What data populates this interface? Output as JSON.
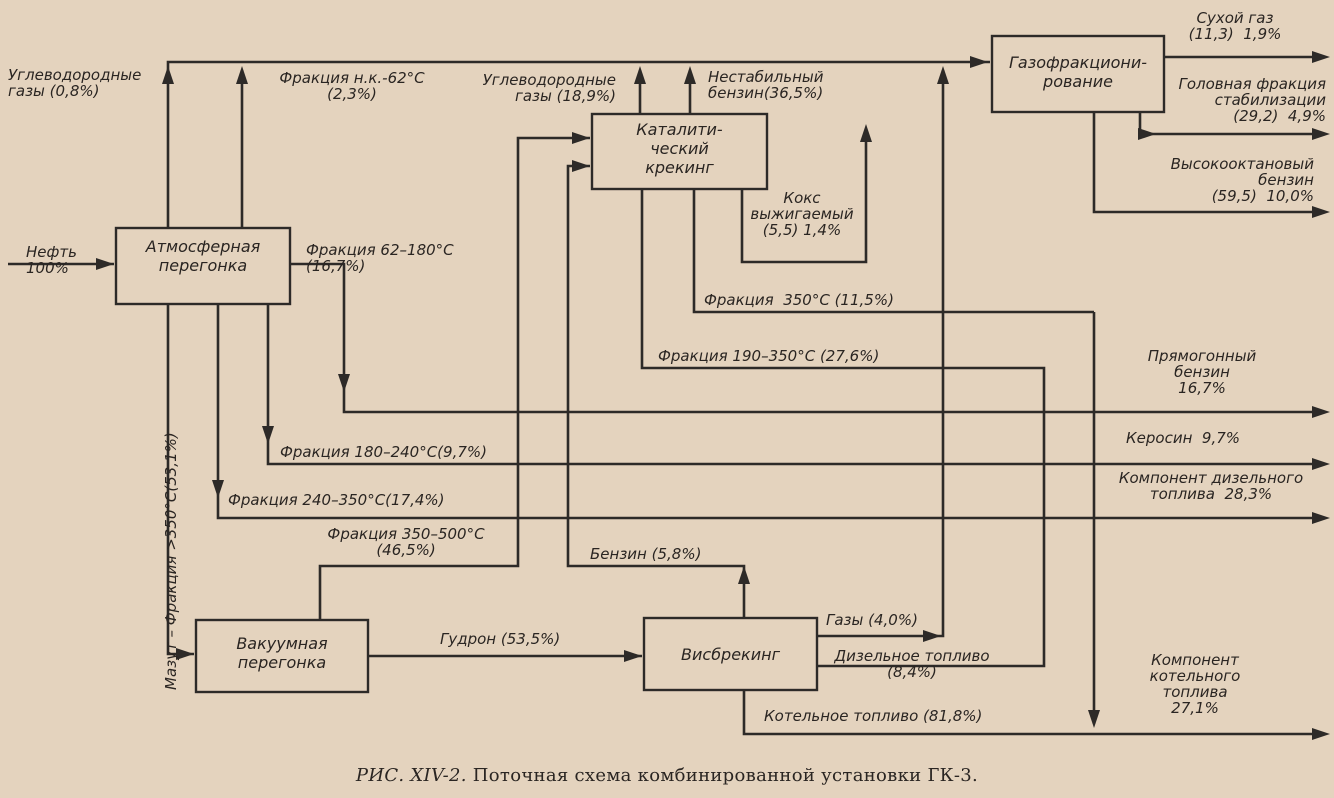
{
  "blocks": {
    "atmospheric": "Атмосферная\nперегонка",
    "cat_cracking": "Каталити-\nческий\nкрекинг",
    "gas_fractionation": "Газофракциони-\nрование",
    "vacuum": "Вакуумная\nперегонка",
    "visbreaking": "Висбрекинг"
  },
  "flows": {
    "feed": "Нефть\n100%",
    "hydrocarbon_gases_atm": "Углеводородные\nгазы (0,8%)",
    "ibp_62": "Фракция н.к.-62°С\n(2,3%)",
    "hydrocarbon_gases_cat": "Углеводородные\nгазы (18,9%)",
    "unstable_gasoline": "Нестабильный\nбензин(36,5%)",
    "coke": "Кокс\nвыжигаемый\n(5,5) 1,4%",
    "frac_62_180": "Фракция 62–180°С\n(16,7%)",
    "frac_350_cat": "Фракция  350°С (11,5%)",
    "frac_190_350": "Фракция 190–350°С (27,6%)",
    "frac_180_240": "Фракция 180–240°С(9,7%)",
    "frac_240_350": "Фракция 240–350°С(17,4%)",
    "frac_350_500": "Фракция 350–500°С\n(46,5%)",
    "gasoline_visb": "Бензин (5,8%)",
    "mazut_vertical": "Мазут  –  Фракция >350°С(53,1%)",
    "tar": "Гудрон (53,5%)",
    "gases_visb": "Газы (4,0%)",
    "diesel_visb": "Дизельное топливо\n(8,4%)",
    "boiler_visb": "Котельное топливо (81,8%)"
  },
  "products": {
    "dry_gas": "Сухой газ\n(11,3)  1,9%",
    "head_fraction": "Головная фракция\nстабилизации\n(29,2)  4,9%",
    "high_octane": "Высокооктановый\nбензин\n(59,5)  10,0%",
    "straight_run": "Прямогонный\nбензин\n16,7%",
    "kerosene": "Керосин  9,7%",
    "diesel_component": "Компонент дизельного\nтоплива  28,3%",
    "boiler_component": "Компонент\nкотельного\nтоплива\n27,1%"
  },
  "caption": {
    "prefix": "РИС. XIV-2.",
    "text": "Поточная схема комбинированной установки ГК-3."
  }
}
